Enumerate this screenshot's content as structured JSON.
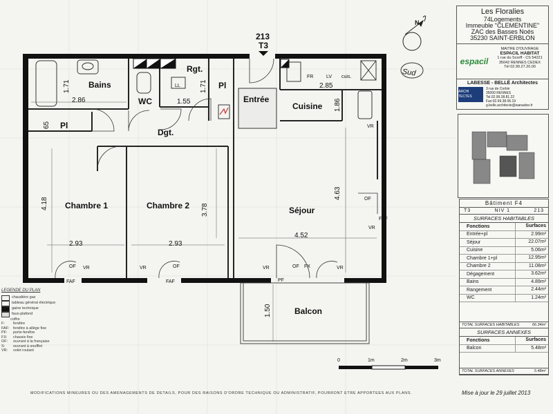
{
  "header": {
    "project": "Les Floralies",
    "units": "74Logements",
    "building": "Immeuble \"CLEMENTINE\"",
    "zone": "ZAC des Basses Noés",
    "city": "35230 SAINT-ERBLON",
    "owner_role": "MAITRE D'OUVRAGE",
    "owner": "ESPACIL HABITAT",
    "owner_logo": "espacil",
    "owner_addr": "1 rue du Scorff - CS 54221",
    "owner_city": "35042 RENNES CEDEX",
    "owner_tel": "Tél 02.99.27.20.00",
    "architect": "LABESSE - BELLÉ Architectes",
    "arch_logo": "ARCHI TECTES",
    "arch_addr": "3 rue de Corbin",
    "arch_city": "35000 RENNES",
    "arch_tel": "Tel.02.99.38.81.22",
    "arch_fax": "Fax:02.99.38.06.19",
    "arch_mail": "g.belle.architecte@wanadoo.fr"
  },
  "plan": {
    "apartment_number": "213",
    "apartment_type": "T3",
    "handwritten_orientation": "Sud",
    "rooms": {
      "bains": "Bains",
      "wc": "WC",
      "rgt": "Rgt.",
      "pl_top": "Pl",
      "entree": "Entrée",
      "cuisine": "Cuisine",
      "pl_left": "Pl",
      "dgt": "Dgt.",
      "chambre1": "Chambre 1",
      "chambre2": "Chambre 2",
      "sejour": "Séjour",
      "balcon": "Balcon"
    },
    "dims": [
      "1.71",
      "2.86",
      "1.71",
      "1.55",
      "2.85",
      "1.86",
      "65",
      "4.18",
      "3.78",
      "4.63",
      "2.93",
      "2.93",
      "4.52",
      "1.50"
    ],
    "labels": {
      "ll": "LL",
      "fr": "FR",
      "lv": "LV",
      "cuis": "cuis.",
      "f": "F",
      "vr": "VR",
      "of": "OF",
      "fx": "FX",
      "faf": "FAF",
      "pf": "PF"
    },
    "scale": [
      "0",
      "1m",
      "2m",
      "3m"
    ]
  },
  "legend": {
    "title": "LEGENDE DU PLAN",
    "items": [
      "chaudière gaz",
      "tableau général électrique",
      "gaine technique",
      "faux-plafond",
      "coffre",
      "fenêtre",
      "fenêtre à allège fixe",
      "porte-fenêtre",
      "chassis fixe",
      "ouvrant à la française",
      "ouvrant à soufflet",
      "volet roulant"
    ],
    "codes": [
      "F:",
      "FAF:",
      "PF:",
      "FX:",
      "OF:",
      "S:",
      "VR:"
    ]
  },
  "surfaces": {
    "batiment": "Bâtiment F4",
    "type": "T3",
    "niv": "NIV 1",
    "num": "213",
    "hab_title": "SURFACES HABITABLES",
    "col1": "Fonctions",
    "col2": "Surfaces",
    "rows": [
      {
        "f": "Entrée+pl",
        "s": "2.99m²"
      },
      {
        "f": "Séjour",
        "s": "22.07m²"
      },
      {
        "f": "Cuisine",
        "s": "5.06m²"
      },
      {
        "f": "Chambre 1+pl",
        "s": "12.95m²"
      },
      {
        "f": "Chambre 2",
        "s": "11.08m²"
      },
      {
        "f": "Dégagement",
        "s": "3.62m²"
      },
      {
        "f": "Bains",
        "s": "4.89m²"
      },
      {
        "f": "Rangement",
        "s": "2.44m²"
      },
      {
        "f": "WC",
        "s": "1.24m²"
      }
    ],
    "total_hab_label": "TOTAL SURFACES HABITABLES",
    "total_hab": "66.34m²",
    "ann_title": "SURFACES ANNEXES",
    "ann_rows": [
      {
        "f": "Balcon",
        "s": "5.48m²"
      }
    ],
    "total_ann_label": "TOTAL SURFACES ANNEXES",
    "total_ann": "5.48m²"
  },
  "footer": {
    "notes": "MODIFICATIONS MINEURES OU DES AMENAGEMENTS DE DETAILS, POUR DES RAISONS D'ORDRE TECHNIQUE OU ADMINISTRATIF, POURRONT ETRE APPORTEES AUX PLANS.",
    "update": "Mise à jour le 29 juillet 2013"
  }
}
